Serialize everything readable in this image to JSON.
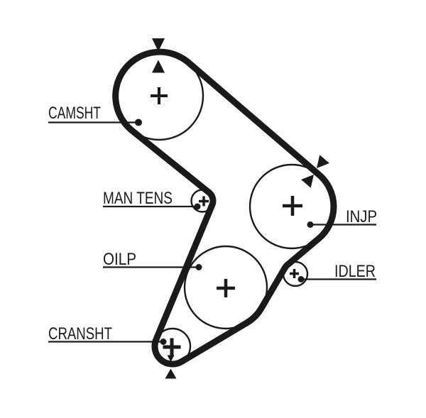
{
  "diagram": {
    "kind": "timing-belt-routing-diagram",
    "labels": {
      "camsht": "CAMSHT",
      "man_tens": "MAN TENS",
      "oilp": "OILP",
      "cransht": "CRANSHT",
      "injp": "INJP",
      "idler": "IDLER"
    },
    "icons": {
      "tension_marker": "filled-triangle-arrowhead-pair"
    },
    "colors": {
      "ink": "#1a1a1a",
      "background": "#ffffff"
    }
  }
}
